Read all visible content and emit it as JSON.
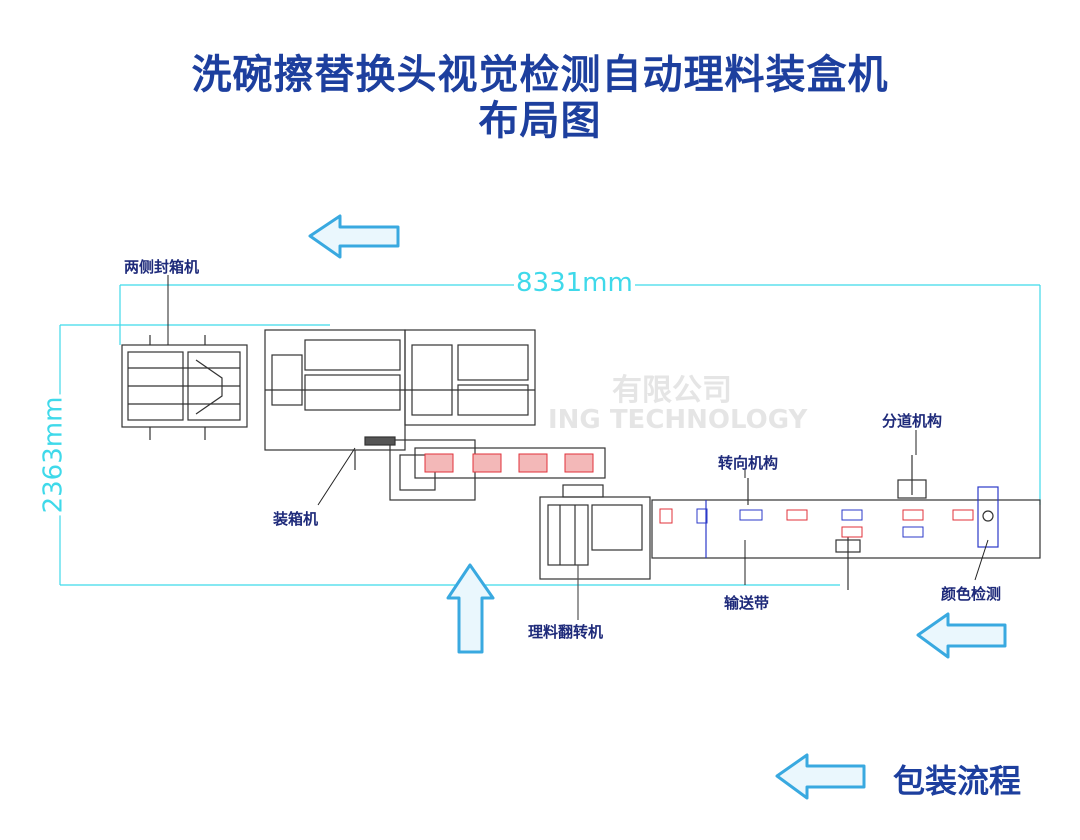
{
  "title": {
    "line1": "洗碗擦替换头视觉检测自动理料装盒机",
    "line2": "布局图"
  },
  "dimensions": {
    "width": "8331mm",
    "height": "2363mm"
  },
  "labels": {
    "side_sealer": "两侧封箱机",
    "case_packer": "装箱机",
    "flip_machine": "理料翻转机",
    "conveyor": "输送带",
    "turning": "转向机构",
    "lane_divider": "分道机构",
    "color_detect": "颜色检测"
  },
  "watermark": {
    "cn": "有限公司",
    "en": "ING TECHNOLOGY"
  },
  "flow": {
    "label": "包装流程"
  },
  "colors": {
    "title": "#1d3f9e",
    "label": "#1e2a7a",
    "dimension": "#3fd9ea",
    "arrow_fill": "#eaf7fd",
    "arrow_stroke": "#39a9e0",
    "machine_line": "#333333",
    "product_red": "#e0313a",
    "product_blue": "#2b39c9"
  }
}
